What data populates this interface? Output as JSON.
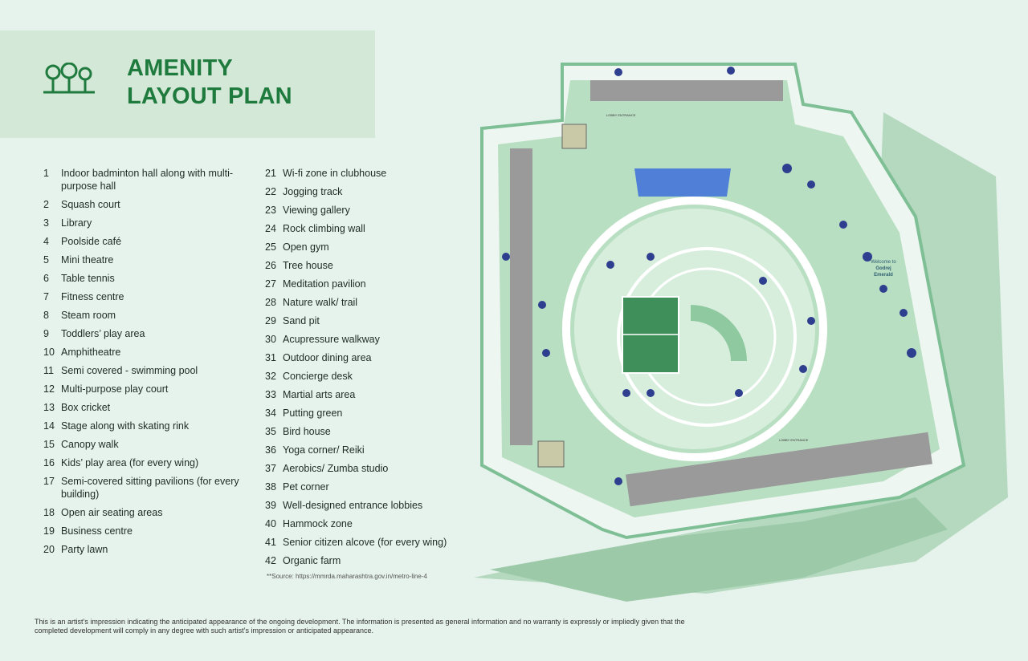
{
  "header": {
    "title_line1": "AMENITY",
    "title_line2": "LAYOUT PLAN",
    "logo_icon": "trees-icon",
    "accent_color": "#1f7a3e",
    "band_color": "#d3e8d6"
  },
  "legend": {
    "column1": [
      {
        "num": "1",
        "label": "Indoor badminton hall along with multi-purpose hall"
      },
      {
        "num": "2",
        "label": "Squash court"
      },
      {
        "num": "3",
        "label": "Library"
      },
      {
        "num": "4",
        "label": "Poolside café"
      },
      {
        "num": "5",
        "label": "Mini theatre"
      },
      {
        "num": "6",
        "label": "Table tennis"
      },
      {
        "num": "7",
        "label": "Fitness centre"
      },
      {
        "num": "8",
        "label": "Steam room"
      },
      {
        "num": "9",
        "label": "Toddlers’ play area"
      },
      {
        "num": "10",
        "label": "Amphitheatre"
      },
      {
        "num": "11",
        "label": "Semi covered - swimming pool"
      },
      {
        "num": "12",
        "label": "Multi-purpose play court"
      },
      {
        "num": "13",
        "label": "Box cricket"
      },
      {
        "num": "14",
        "label": "Stage along with skating rink"
      },
      {
        "num": "15",
        "label": "Canopy walk"
      },
      {
        "num": "16",
        "label": "Kids’ play area (for every wing)"
      },
      {
        "num": "17",
        "label": "Semi-covered sitting pavilions (for every building)"
      },
      {
        "num": "18",
        "label": "Open air seating areas"
      },
      {
        "num": "19",
        "label": "Business centre"
      },
      {
        "num": "20",
        "label": "Party lawn"
      }
    ],
    "column2": [
      {
        "num": "21",
        "label": "Wi-fi zone in clubhouse"
      },
      {
        "num": "22",
        "label": "Jogging track"
      },
      {
        "num": "23",
        "label": "Viewing gallery"
      },
      {
        "num": "24",
        "label": "Rock climbing wall"
      },
      {
        "num": "25",
        "label": "Open gym"
      },
      {
        "num": "26",
        "label": "Tree house"
      },
      {
        "num": "27",
        "label": "Meditation pavilion"
      },
      {
        "num": "28",
        "label": "Nature walk/ trail"
      },
      {
        "num": "29",
        "label": "Sand pit"
      },
      {
        "num": "30",
        "label": "Acupressure walkway"
      },
      {
        "num": "31",
        "label": "Outdoor dining area"
      },
      {
        "num": "32",
        "label": "Concierge desk"
      },
      {
        "num": "33",
        "label": "Martial arts area"
      },
      {
        "num": "34",
        "label": "Putting green"
      },
      {
        "num": "35",
        "label": "Bird house"
      },
      {
        "num": "36",
        "label": "Yoga corner/ Reiki"
      },
      {
        "num": "37",
        "label": "Aerobics/ Zumba studio"
      },
      {
        "num": "38",
        "label": "Pet corner"
      },
      {
        "num": "39",
        "label": "Well-designed entrance lobbies"
      },
      {
        "num": "40",
        "label": "Hammock zone"
      },
      {
        "num": "41",
        "label": "Senior citizen alcove (for every wing)"
      },
      {
        "num": "42",
        "label": "Organic farm"
      }
    ]
  },
  "source_note": "**Source: https://mmrda.maharashtra.gov.in/metro-line-4",
  "disclaimer": "This is an artist’s impression indicating the anticipated appearance of the ongoing development. The information is presented as general information and no warranty is expressly or impliedly given that the completed development will comply in any degree with such artist’s impression or anticipated appearance.",
  "map": {
    "welcome_label_line1": "Welcome to",
    "welcome_label_line2": "Godrej",
    "welcome_label_line3": "Emerald",
    "lobby_label": "LOBBY ENTRANCE",
    "colors": {
      "ground": "#eef6f1",
      "path": "#ffffff",
      "lawn": "#8fc9a0",
      "lawn_light": "#b9dfc3",
      "building": "#9a9a9a",
      "court": "#3f8f5a",
      "pool": "#4f7fd6",
      "tree": "#2f3f8f",
      "hills": "#a9d2b3"
    }
  }
}
